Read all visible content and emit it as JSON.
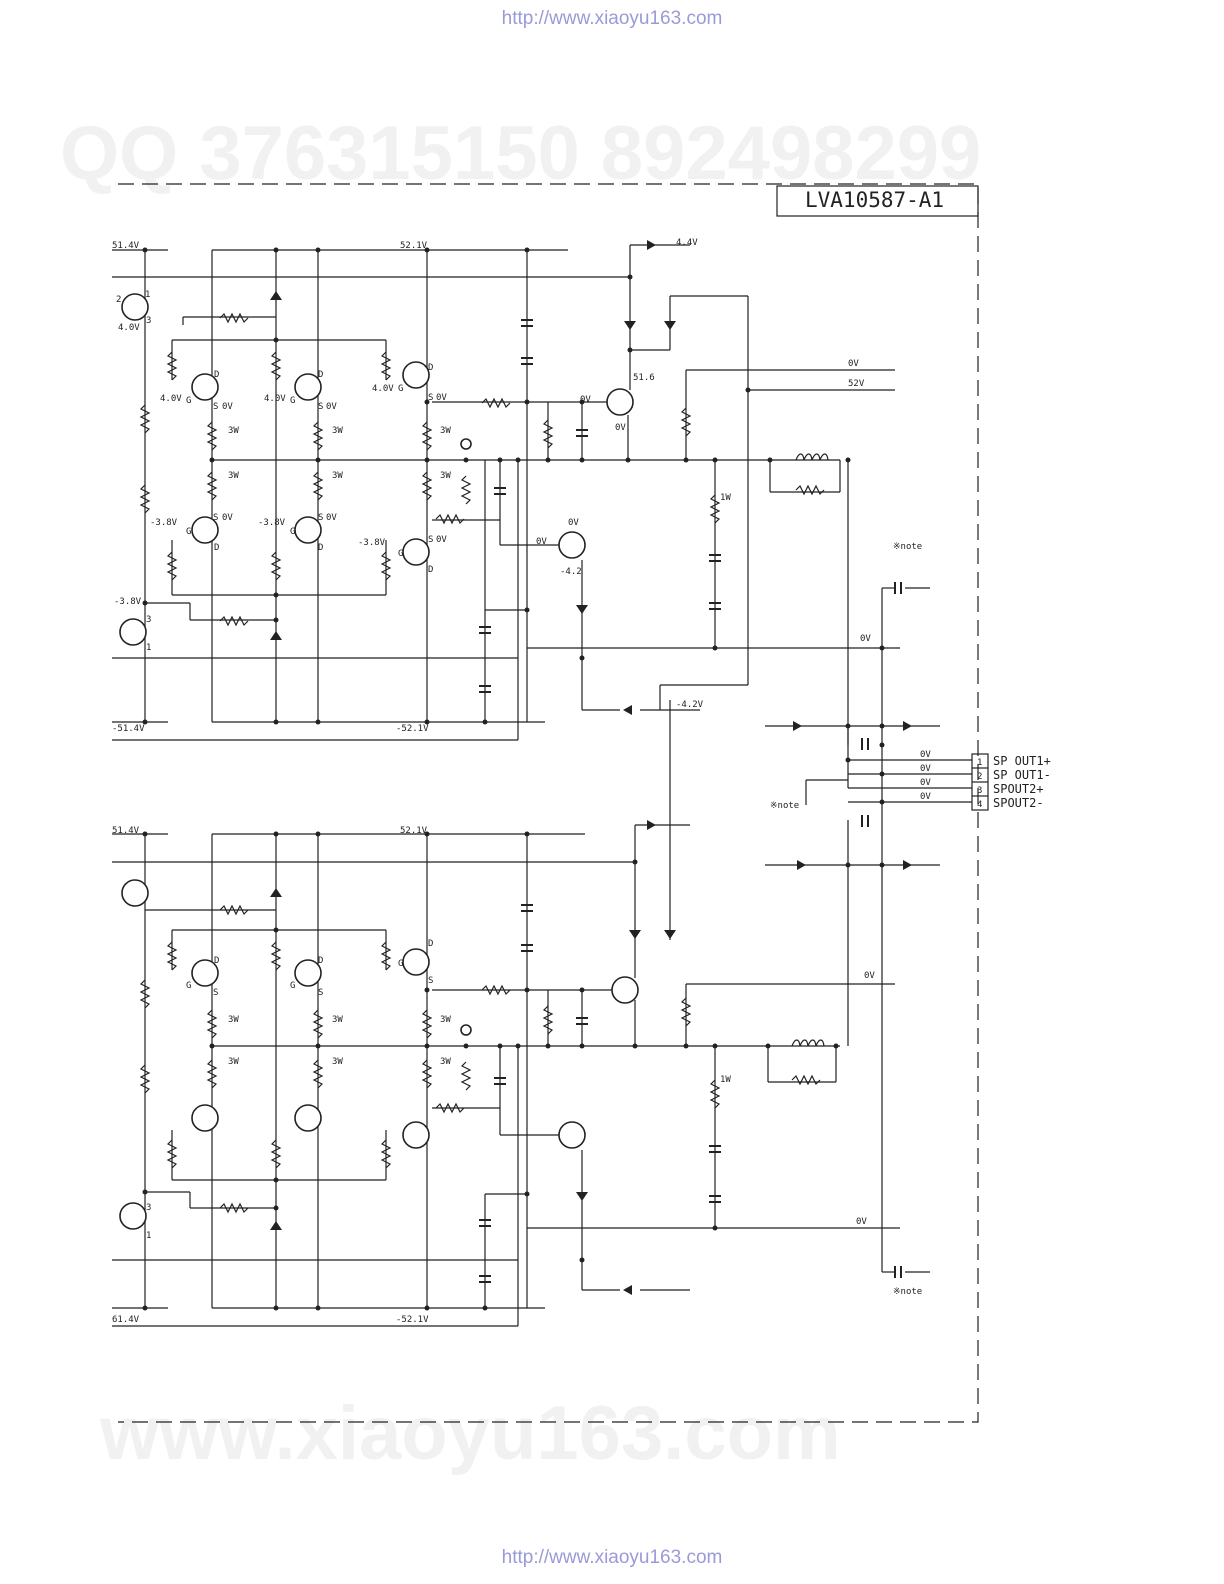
{
  "header": {
    "url": "http://www.xiaoyu163.com"
  },
  "footer": {
    "url": "http://www.xiaoyu163.com"
  },
  "watermarks": {
    "qq": "QQ 376315150   892498299",
    "site": "www.xiaoyu163.com"
  },
  "board": {
    "id": "LVA10587-A1"
  },
  "voltages": {
    "v51_4": "51.4V",
    "v52_1": "52.1V",
    "v4_4": "4.4V",
    "v4_0": "4.0V",
    "v51_6": "51.6",
    "v52": "52V",
    "v0": "0V",
    "vneg3_8": "-3.8V",
    "vneg4_2": "-4.2",
    "vneg4_2v": "-4.2V",
    "vneg51_4": "-51.4V",
    "vneg52_1": "-52.1V",
    "bottom_pos": "61.4V",
    "bottom_neg": "-52.1V"
  },
  "pins": {
    "p1": "1",
    "p2": "2",
    "p3": "3",
    "d": "D",
    "s": "S",
    "g": "G",
    "w3": "3W",
    "w1": "1W"
  },
  "notes": {
    "note": "※note"
  },
  "outputs": [
    {
      "pin": "1",
      "name": "SP OUT1+"
    },
    {
      "pin": "2",
      "name": "SP OUT1-"
    },
    {
      "pin": "3",
      "name": "SPOUT2+"
    },
    {
      "pin": "4",
      "name": "SPOUT2-"
    }
  ]
}
